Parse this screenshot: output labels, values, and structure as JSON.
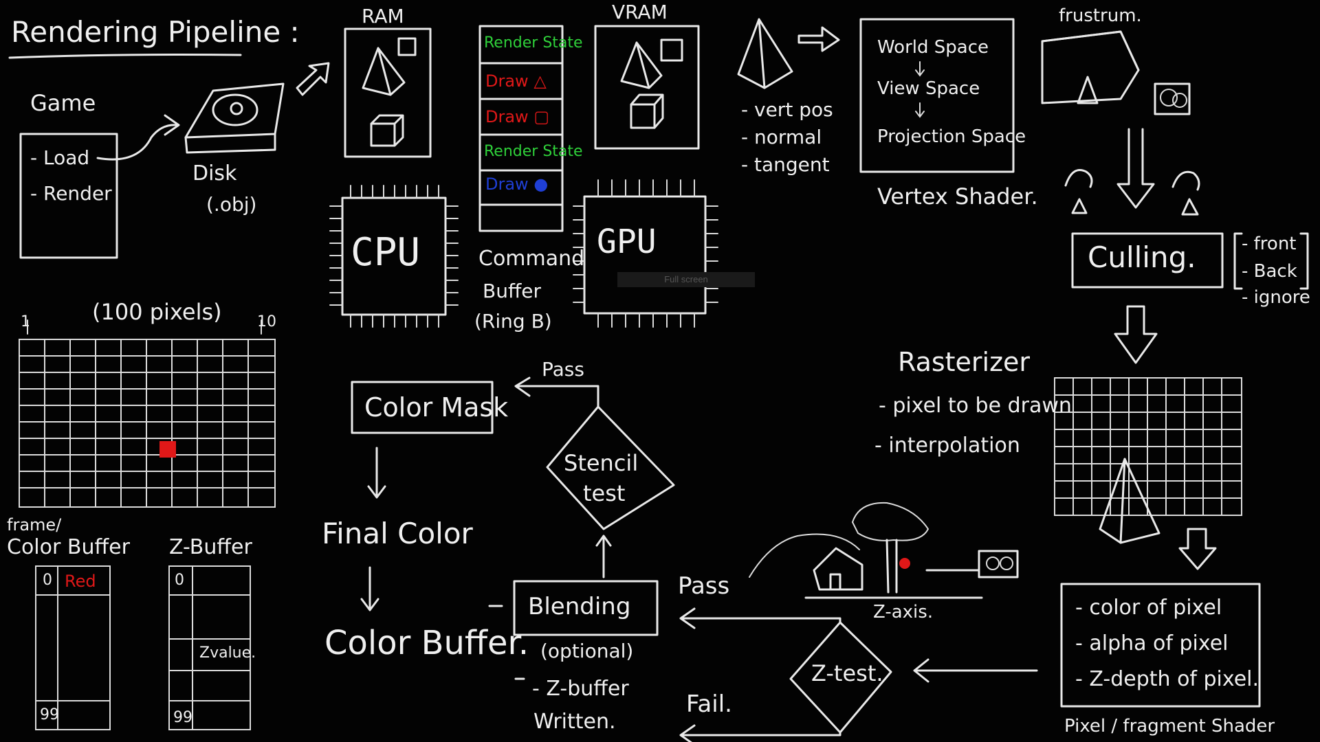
{
  "title": "Rendering Pipeline :",
  "game": {
    "label": "Game",
    "items": [
      "- Load",
      "- Render"
    ]
  },
  "disk": {
    "label": "Disk",
    "ext": "(.obj)"
  },
  "ram": {
    "label": "RAM"
  },
  "vram": {
    "label": "VRAM"
  },
  "cpu": {
    "label": "CPU"
  },
  "gpu": {
    "label": "GPU"
  },
  "command_buffer": {
    "label_1": "Command",
    "label_2": "Buffer",
    "label_3": "(Ring B)",
    "entries": [
      {
        "text": "Render State",
        "color": "#2fd13a"
      },
      {
        "text": "Draw △",
        "color": "#e01818"
      },
      {
        "text": "Draw ▢",
        "color": "#e01818"
      },
      {
        "text": "Render State",
        "color": "#2fd13a"
      },
      {
        "text": "Draw ●",
        "color": "#1f3fd6"
      }
    ]
  },
  "vertex_attrs": [
    "- vert pos",
    "- normal",
    "- tangent"
  ],
  "vertex_shader": {
    "spaces": [
      "World Space",
      "View Space",
      "Projection Space"
    ],
    "label": "Vertex Shader."
  },
  "frustum": {
    "label": "frustrum."
  },
  "culling": {
    "label": "Culling.",
    "options": [
      "- front",
      "- Back",
      "- ignore"
    ]
  },
  "rasterizer": {
    "label": "Rasterizer",
    "items": [
      "- pixel to be drawn",
      "- interpolation"
    ]
  },
  "pixel_grid": {
    "label": "(100 pixels)",
    "start": "1",
    "end": "10"
  },
  "fragment_shader": {
    "items": [
      "- color of pixel",
      "- alpha of pixel",
      "- Z-depth of pixel."
    ],
    "label": "Pixel / fragment Shader"
  },
  "z_test": {
    "label": "Z-test.",
    "pass": "Pass",
    "fail": "Fail.",
    "axis": "Z-axis."
  },
  "blending": {
    "label": "Blending",
    "optional": "(optional)",
    "zbuffer_1": "- Z-buffer",
    "zbuffer_2": "Written."
  },
  "stencil": {
    "label_1": "Stencil",
    "label_2": "test",
    "pass": "Pass"
  },
  "color_mask": {
    "label": "Color Mask"
  },
  "final_color": {
    "label": "Final Color",
    "color_buffer": "Color Buffer."
  },
  "color_buffer_table": {
    "label_1": "frame/",
    "label_2": "Color Buffer",
    "row0": "0",
    "row0_value": "Red",
    "row_last": "99",
    "red_color": "#e01818"
  },
  "z_buffer_table": {
    "label": "Z-Buffer",
    "row0": "0",
    "value": "Zvalue.",
    "row_last": "99"
  },
  "overlay_hint": "Full screen"
}
